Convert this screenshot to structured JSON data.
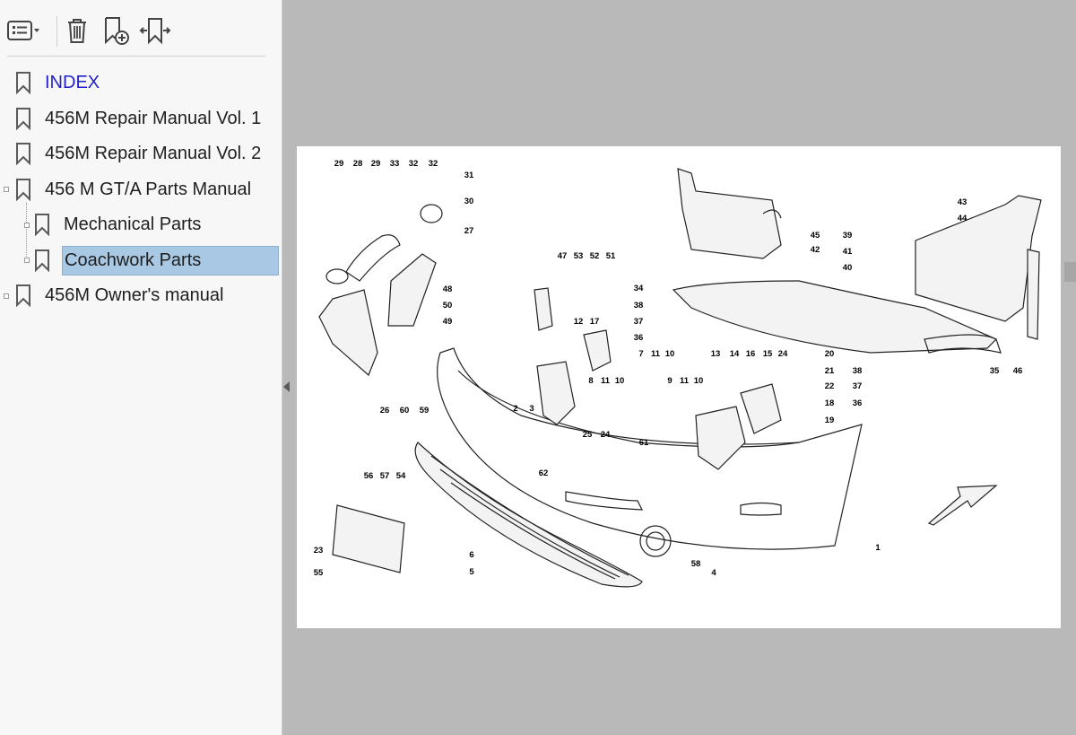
{
  "toolbar": {
    "options_icon": "list-options-icon",
    "delete_icon": "trash-icon",
    "add_bookmark_icon": "add-bookmark-icon",
    "find_bookmark_icon": "expand-bookmark-icon"
  },
  "bookmarks": [
    {
      "label": "INDEX",
      "level": 0
    },
    {
      "label": "456M Repair Manual Vol. 1",
      "level": 0
    },
    {
      "label": "456M Repair Manual Vol. 2",
      "level": 0
    },
    {
      "label": "456 M GT/A Parts Manual",
      "level": 0,
      "expanded": true
    },
    {
      "label": "Mechanical Parts",
      "level": 1
    },
    {
      "label": "Coachwork Parts",
      "level": 1,
      "selected": true
    },
    {
      "label": "456M Owner's manual",
      "level": 0
    }
  ],
  "colors": {
    "link": "#2222cc",
    "selection": "#a8c8e4",
    "viewer_background": "#b9b9b9"
  },
  "diagram": {
    "callouts": [
      "29",
      "28",
      "29",
      "33",
      "32",
      "32",
      "31",
      "30",
      "27",
      "47",
      "53",
      "52",
      "51",
      "48",
      "50",
      "49",
      "12",
      "17",
      "2",
      "3",
      "7",
      "11",
      "10",
      "8",
      "11",
      "10",
      "25",
      "24",
      "62",
      "61",
      "9",
      "11",
      "10",
      "13",
      "14",
      "16",
      "15",
      "24",
      "20",
      "21",
      "22",
      "18",
      "19",
      "45",
      "42",
      "39",
      "41",
      "40",
      "43",
      "44",
      "34",
      "38",
      "37",
      "36",
      "35",
      "46",
      "38",
      "37",
      "36",
      "26",
      "60",
      "59",
      "56",
      "57",
      "54",
      "23",
      "55",
      "6",
      "5",
      "58",
      "4",
      "1"
    ]
  }
}
